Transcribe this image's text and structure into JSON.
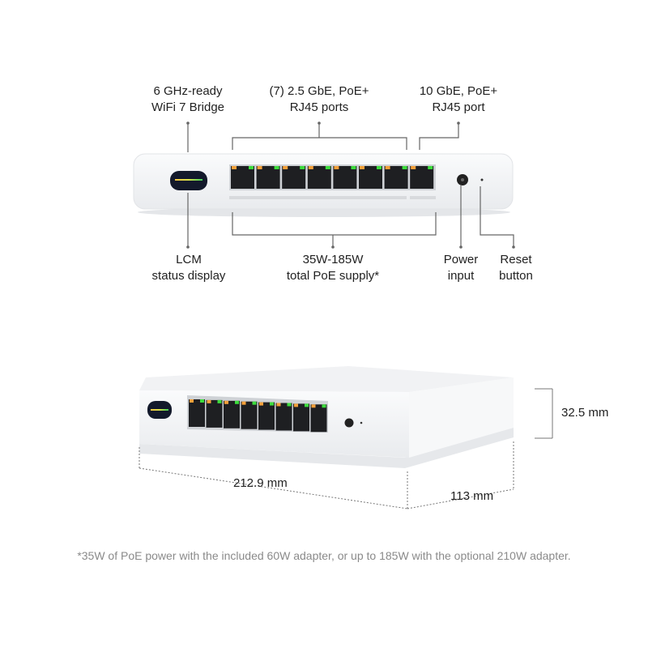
{
  "front_view": {
    "callouts_top": [
      {
        "line1": "6 GHz-ready",
        "line2": "WiFi 7 Bridge"
      },
      {
        "line1": "(7) 2.5 GbE, PoE+",
        "line2": "RJ45 ports"
      },
      {
        "line1": "10 GbE, PoE+",
        "line2": "RJ45 port"
      }
    ],
    "callouts_bottom": [
      {
        "line1": "LCM",
        "line2": "status display"
      },
      {
        "line1": "35W-185W",
        "line2": "total PoE supply*"
      },
      {
        "line1": "Power",
        "line2": "input"
      },
      {
        "line1": "Reset",
        "line2": "button"
      }
    ],
    "port_count": 8
  },
  "dimensions": {
    "height": "32.5 mm",
    "width": "212.9 mm",
    "depth": "113 mm"
  },
  "footnote": "*35W of PoE power with the included 60W adapter, or up to 185W with the optional 210W adapter.",
  "colors": {
    "line": "#555555",
    "port_led_orange": "#f5a03a",
    "port_led_green": "#3ddc3d",
    "device": "#f4f5f7"
  }
}
